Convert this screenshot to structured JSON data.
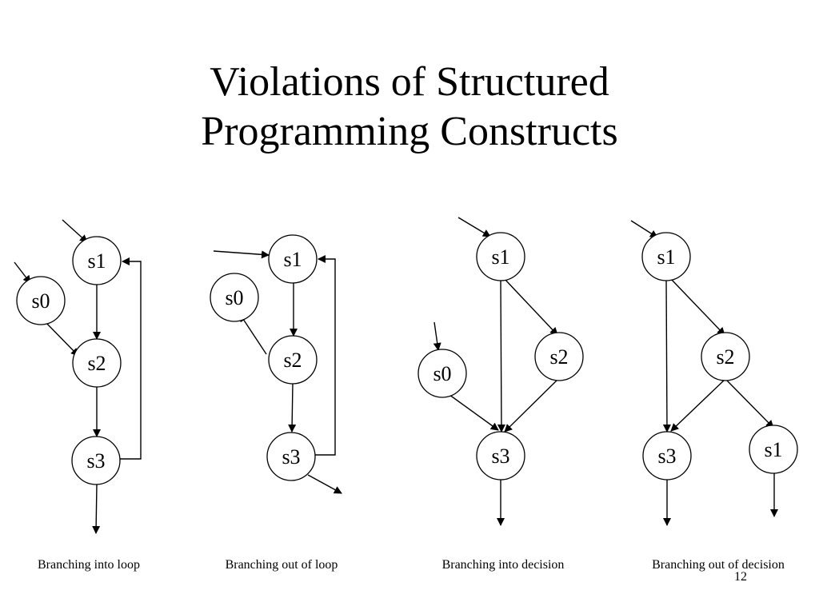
{
  "slide": {
    "title_line1": "Violations of Structured",
    "title_line2": "Programming Constructs",
    "page_number": "12"
  },
  "diagrams": [
    {
      "caption": "Branching into loop",
      "nodes": {
        "s0": "s0",
        "s1": "s1",
        "s2": "s2",
        "s3": "s3"
      }
    },
    {
      "caption": "Branching out of loop",
      "nodes": {
        "s0": "s0",
        "s1": "s1",
        "s2": "s2",
        "s3": "s3"
      }
    },
    {
      "caption": "Branching into decision",
      "nodes": {
        "s0": "s0",
        "s1": "s1",
        "s2": "s2",
        "s3": "s3"
      }
    },
    {
      "caption": "Branching out of decision",
      "nodes": {
        "s1": "s1",
        "s2": "s2",
        "s3": "s3",
        "s1b": "s1"
      }
    }
  ]
}
